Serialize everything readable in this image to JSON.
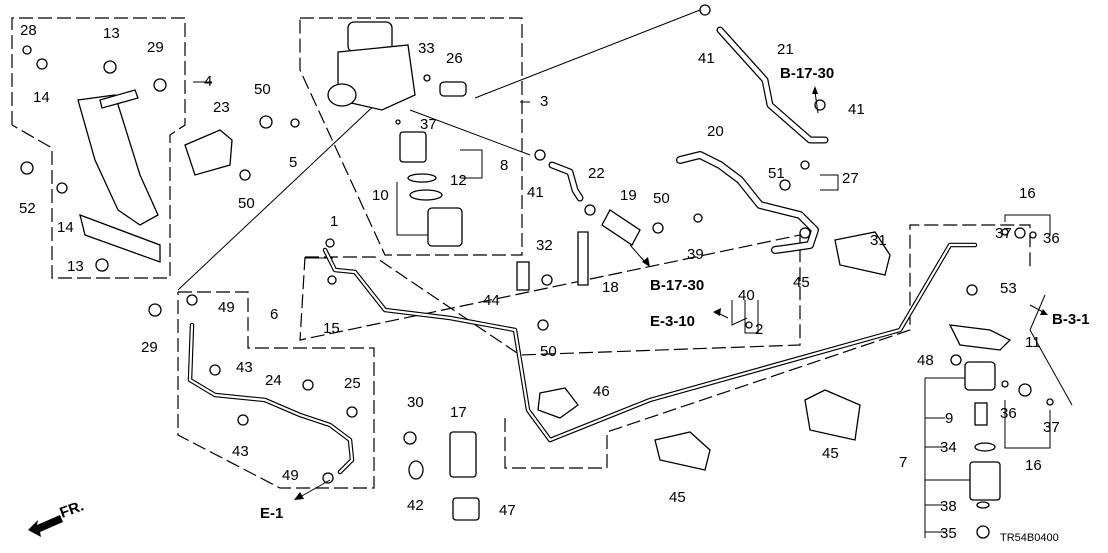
{
  "diagram": {
    "code": "TR54B0400",
    "front_indicator": "FR.",
    "references": [
      {
        "id": "ref-b1730-top",
        "text": "B-17-30"
      },
      {
        "id": "ref-b1730-mid",
        "text": "B-17-30"
      },
      {
        "id": "ref-e310",
        "text": "E-3-10"
      },
      {
        "id": "ref-b31",
        "text": "B-3-1"
      },
      {
        "id": "ref-e1",
        "text": "E-1"
      }
    ],
    "part_labels": [
      "28",
      "13",
      "29",
      "4",
      "14",
      "52",
      "14",
      "13",
      "29",
      "23",
      "50",
      "5",
      "50",
      "33",
      "26",
      "3",
      "37",
      "8",
      "12",
      "10",
      "41",
      "22",
      "41",
      "21",
      "41",
      "20",
      "51",
      "27",
      "19",
      "50",
      "39",
      "31",
      "16",
      "37",
      "36",
      "1",
      "15",
      "32",
      "18",
      "44",
      "50",
      "2",
      "40",
      "45",
      "53",
      "11",
      "48",
      "49",
      "6",
      "43",
      "24",
      "25",
      "43",
      "49",
      "30",
      "17",
      "42",
      "47",
      "46",
      "45",
      "45",
      "9",
      "34",
      "7",
      "38",
      "35",
      "36",
      "37",
      "16"
    ]
  }
}
